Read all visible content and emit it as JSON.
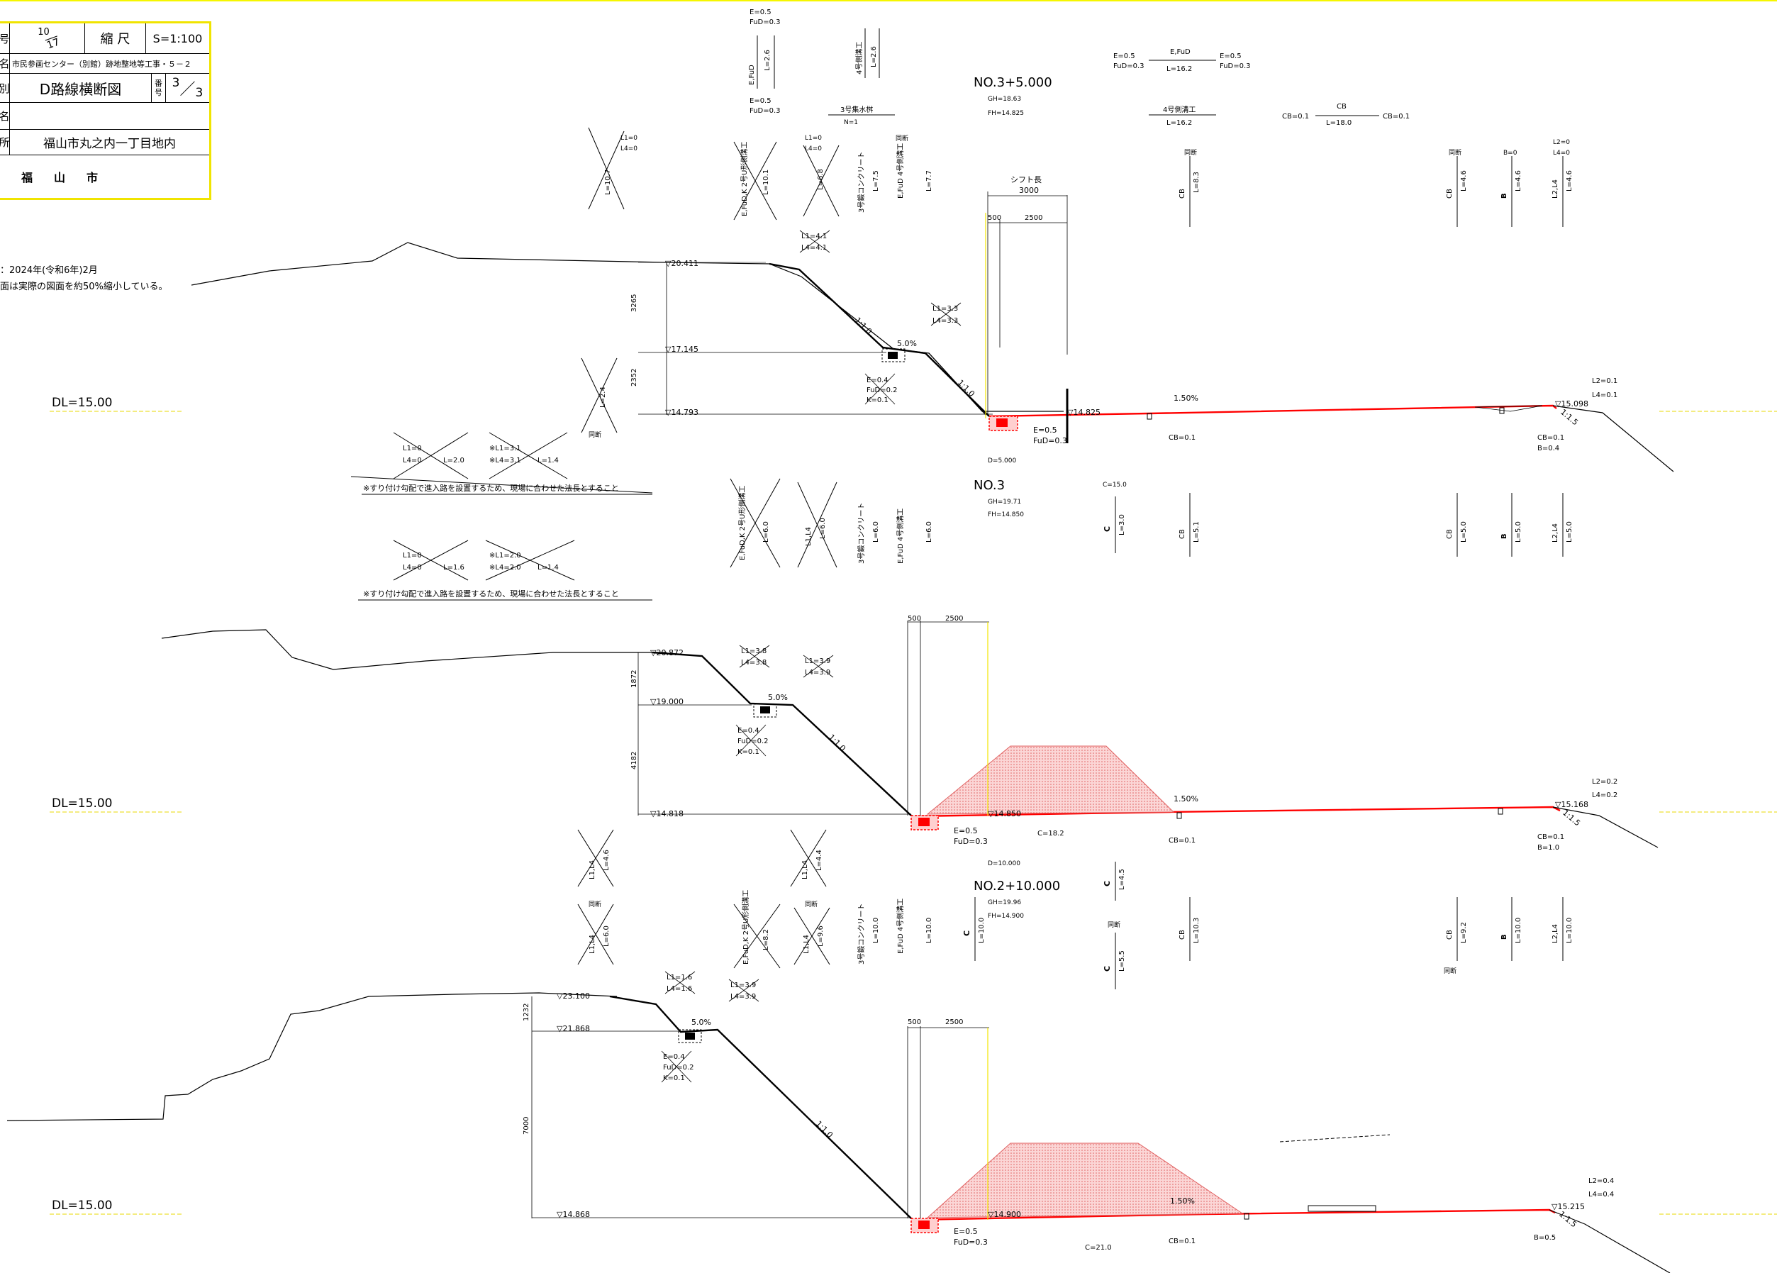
{
  "title_block": {
    "drawing_no_num": "10",
    "drawing_no_den": "17",
    "scale_label": "縮 尺",
    "scale_value": "S=1:100",
    "project_name": "市民参画センター（別館）跡地整地等工事・５－２",
    "drawing_name": "D路線横断図",
    "sheet_label_1": "番",
    "sheet_label_2": "号",
    "sheet_num": "3",
    "sheet_den": "3",
    "location": "福山市丸之内一丁目地内",
    "owner": "福山市",
    "row_label_1": "号",
    "row_label_2": "名",
    "row_label_3": "別",
    "row_label_4": "名",
    "row_label_5": "所"
  },
  "notes": {
    "date": "：2024年(令和6年)2月",
    "reduction": "面は実際の図面を約50%縮小している。"
  },
  "sections": [
    {
      "name": "NO.3+5.000",
      "gh": "GH=18.63",
      "fh": "FH=14.825",
      "dl": "DL=15.00",
      "levels": [
        "▽20.411",
        "▽17.145",
        "▽14.793",
        "▽14.825",
        "▽15.098"
      ],
      "dims": [
        "3265",
        "2352"
      ],
      "slopes": [
        "1:1.0",
        "1:1.0",
        "1:1.5"
      ],
      "grade": "5.0%",
      "crossfall": "1.50%",
      "shift_label": "シフト長",
      "shift_value": "3000",
      "w500": "500",
      "w2500": "2500",
      "ef": [
        "E=0.5",
        "FuD=0.3"
      ],
      "cb": "CB=0.1",
      "cb_b": [
        "CB=0.1",
        "B=0.4"
      ],
      "l_right": [
        "L2=0.1",
        "L4=0.1"
      ],
      "d": "D=5.000"
    },
    {
      "name": "NO.3",
      "gh": "GH=19.71",
      "fh": "FH=14.850",
      "dl": "DL=15.00",
      "levels": [
        "▽20.872",
        "▽19.000",
        "▽14.818",
        "▽14.850",
        "▽15.168"
      ],
      "dims": [
        "1872",
        "4182"
      ],
      "slopes": [
        "1:1.0",
        "1:1.5"
      ],
      "grade": "5.0%",
      "crossfall": "1.50%",
      "w500": "500",
      "w2500": "2500",
      "ef": [
        "E=0.5",
        "FuD=0.3"
      ],
      "c": "C=18.2",
      "cb": "CB=0.1",
      "cb_b": [
        "CB=0.1",
        "B=1.0"
      ],
      "l_right": [
        "L2=0.2",
        "L4=0.2"
      ],
      "d": "D=10.000"
    },
    {
      "name": "NO.2+10.000",
      "gh": "GH=19.96",
      "fh": "FH=14.900",
      "dl": "DL=15.00",
      "levels": [
        "▽23.100",
        "▽21.868",
        "▽14.868",
        "▽14.900",
        "▽15.215"
      ],
      "dims": [
        "1232",
        "7000"
      ],
      "slopes": [
        "1:1.0",
        "1:1.5"
      ],
      "grade": "5.0%",
      "crossfall": "1.50%",
      "w500": "500",
      "w2500": "2500",
      "ef": [
        "E=0.5",
        "FuD=0.3"
      ],
      "c": "C=21.0",
      "cb": "CB=0.1",
      "b": "B=0.5",
      "l_right": [
        "L2=0.4",
        "L4=0.4"
      ]
    }
  ],
  "top_legends": {
    "ef_a": [
      "E=0.5",
      "FuD=0.3"
    ],
    "ef_b": [
      "E=0.5",
      "FuD=0.3"
    ],
    "ef_c": [
      "E=0.5",
      "FuD=0.3"
    ],
    "ef_d": [
      "E=0.5",
      "FuD=0.3"
    ],
    "efud": "E,FuD",
    "l162": "L=16.2",
    "l180": "L=18.0",
    "ditch4": "4号側溝工",
    "catch3": "3号集水桝",
    "n1": "N=1",
    "cb": "CB",
    "cb01": "CB=0.1",
    "l26": "L=2.6",
    "efud_v": "E,FuD",
    "ditch4_v": "4号側溝工"
  },
  "vertical_labels": {
    "row1": [
      "E,FuD,K 2号U形側溝工",
      "L=10.1",
      "L=6.8",
      "3号鍛コンクリート",
      "L=7.5",
      "E,FuD 4号側溝工",
      "L=7.7",
      "CB",
      "L=8.3",
      "CB",
      "L=4.6",
      "B",
      "L=4.6",
      "L2,L4",
      "L=4.6",
      "L=2.4",
      "L=10.7"
    ],
    "row1_small": [
      "同断",
      "同断",
      "B=0",
      "L2=0",
      "L4=0",
      "L1=0",
      "L4=0"
    ],
    "row2": [
      "E,FuD,K 2号U形側溝工",
      "L=6.0",
      "L1,L4",
      "L=6.0",
      "3号鍛コンクリート",
      "L=6.0",
      "E,FuD 4号側溝工",
      "L=6.0",
      "C",
      "L=3.0",
      "CB",
      "L=5.1",
      "CB",
      "L=5.0",
      "B",
      "L=5.0",
      "L2,L4",
      "L=5.0"
    ],
    "row2_small": [
      "C=15.0"
    ],
    "row3": [
      "L1,L4",
      "L=4.6",
      "L1,L4",
      "L=4.4",
      "C",
      "L=4.5",
      "C",
      "L=5.5",
      "同断"
    ],
    "row4": [
      "L1,L4",
      "L=6.0",
      "E,FuD,K 2号U形側溝工",
      "L=8.2",
      "L1,L4",
      "L=9.6",
      "3号鍛コンクリート",
      "L=10.0",
      "E,FuD 4号側溝工",
      "L=10.0",
      "C",
      "L=10.0",
      "CB",
      "L=10.3",
      "CB",
      "L=9.2",
      "B",
      "L=10.0",
      "L2,L4",
      "L=10.0"
    ],
    "row4_small": [
      "同断",
      "同断",
      "同断"
    ]
  },
  "boxes": {
    "note_text": "※すり付け勾配で進入路を設置するため、現場に合わせた法長とすること",
    "b1": [
      "L1=0",
      "L4=0",
      "L=2.0",
      "※L1=3.1",
      "※L4=3.1",
      "L=1.4"
    ],
    "b2": [
      "L1=0",
      "L4=0",
      "L=1.6",
      "※L1=2.0",
      "※L4=2.0",
      "L=1.4"
    ],
    "misc_same": "同断",
    "crossed": [
      "L1=4.1",
      "L4=4.1",
      "L1=3.3",
      "L4=3.3",
      "E=0.4",
      "FuD=0.2",
      "K=0.1",
      "L1=3.8",
      "L4=3.8",
      "L1=3.9",
      "L4=3.9"
    ],
    "crossed3": [
      "L1=1.6",
      "L4=1.6",
      "L1=3.9",
      "L4=3.9"
    ]
  },
  "colors": {
    "frame": "#f0e400",
    "design": "#ff0000",
    "fill_area": "#f7c0c0",
    "datum": "#e8d800"
  }
}
